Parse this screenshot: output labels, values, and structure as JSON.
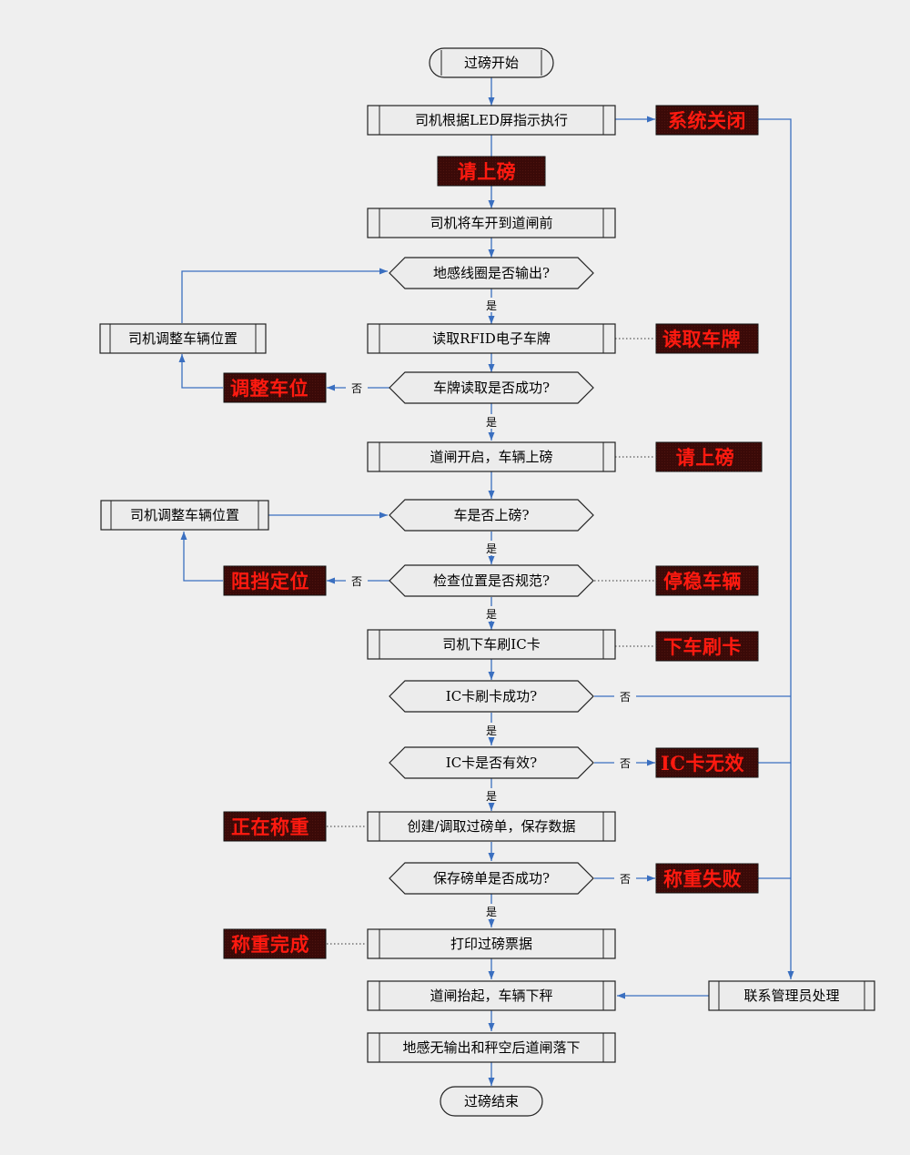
{
  "colors": {
    "background": "#efefef",
    "node_fill": "#ececec",
    "node_border": "#222222",
    "arrow": "#3a6fc0",
    "led_bg": "#3a0a08",
    "led_text": "#ff1a10"
  },
  "flow": {
    "start": "过磅开始",
    "driver_follow_led": "司机根据LED屏指示执行",
    "drive_to_gate": "司机将车开到道闸前",
    "loop_output_q": "地感线圈是否输出?",
    "read_rfid": "读取RFID电子车牌",
    "plate_read_ok_q": "车牌读取是否成功?",
    "gate_open": "道闸开启，车辆上磅",
    "on_scale_q": "车是否上磅?",
    "position_ok_q": "检查位置是否规范?",
    "swipe_ic": "司机下车刷IC卡",
    "ic_swipe_ok_q": "IC卡刷卡成功?",
    "ic_valid_q": "IC卡是否有效?",
    "create_ticket": "创建/调取过磅单，保存数据",
    "save_ok_q": "保存磅单是否成功?",
    "print_ticket": "打印过磅票据",
    "gate_lift": "道闸抬起，车辆下秤",
    "gate_close": "地感无输出和秤空后道闸落下",
    "end": "过磅结束",
    "adjust_position_1": "司机调整车辆位置",
    "adjust_position_2": "司机调整车辆位置",
    "contact_admin": "联系管理员处理"
  },
  "led": {
    "system_closed": "系统关闭",
    "please_on_scale_1": "请上磅",
    "reading_plate": "读取车牌",
    "adjust_car": "调整车位",
    "please_on_scale_2": "请上磅",
    "blocked_position": "阻挡定位",
    "stop_vehicle": "停稳车辆",
    "get_off_swipe": "下车刷卡",
    "ic_invalid": "IC卡无效",
    "weighing": "正在称重",
    "weigh_failed": "称重失败",
    "weigh_done": "称重完成"
  },
  "edge_labels": {
    "yes_1": "是",
    "no_1": "否",
    "yes_2": "是",
    "yes_3": "是",
    "no_2": "否",
    "yes_4": "是",
    "no_3": "否",
    "yes_5": "是",
    "no_4": "否",
    "yes_6": "是",
    "no_5": "否",
    "yes_7": "是"
  }
}
